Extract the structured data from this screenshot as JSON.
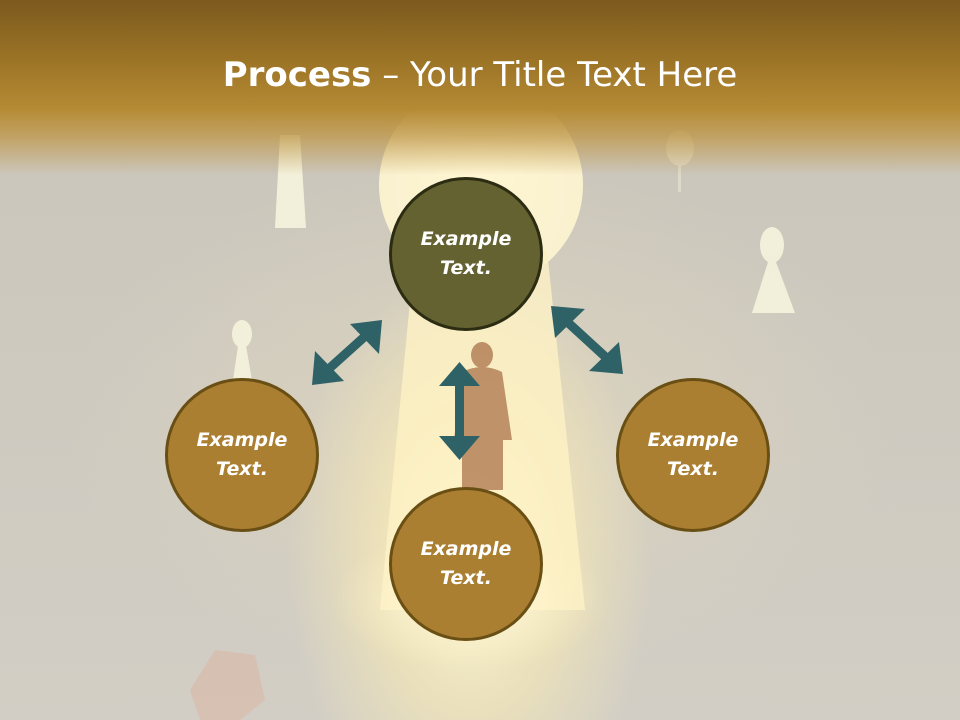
{
  "title": {
    "bold": "Process",
    "rest": " – Your Title Text Here"
  },
  "nodes": {
    "top": {
      "line1": "Example",
      "line2": "Text."
    },
    "left": {
      "line1": "Example",
      "line2": "Text."
    },
    "right": {
      "line1": "Example",
      "line2": "Text."
    },
    "bottom": {
      "line1": "Example",
      "line2": "Text."
    }
  },
  "colors": {
    "header": "#9c7426",
    "node_fill": "#ab7f31",
    "center_fill": "#656232",
    "arrow": "#2f6266"
  }
}
